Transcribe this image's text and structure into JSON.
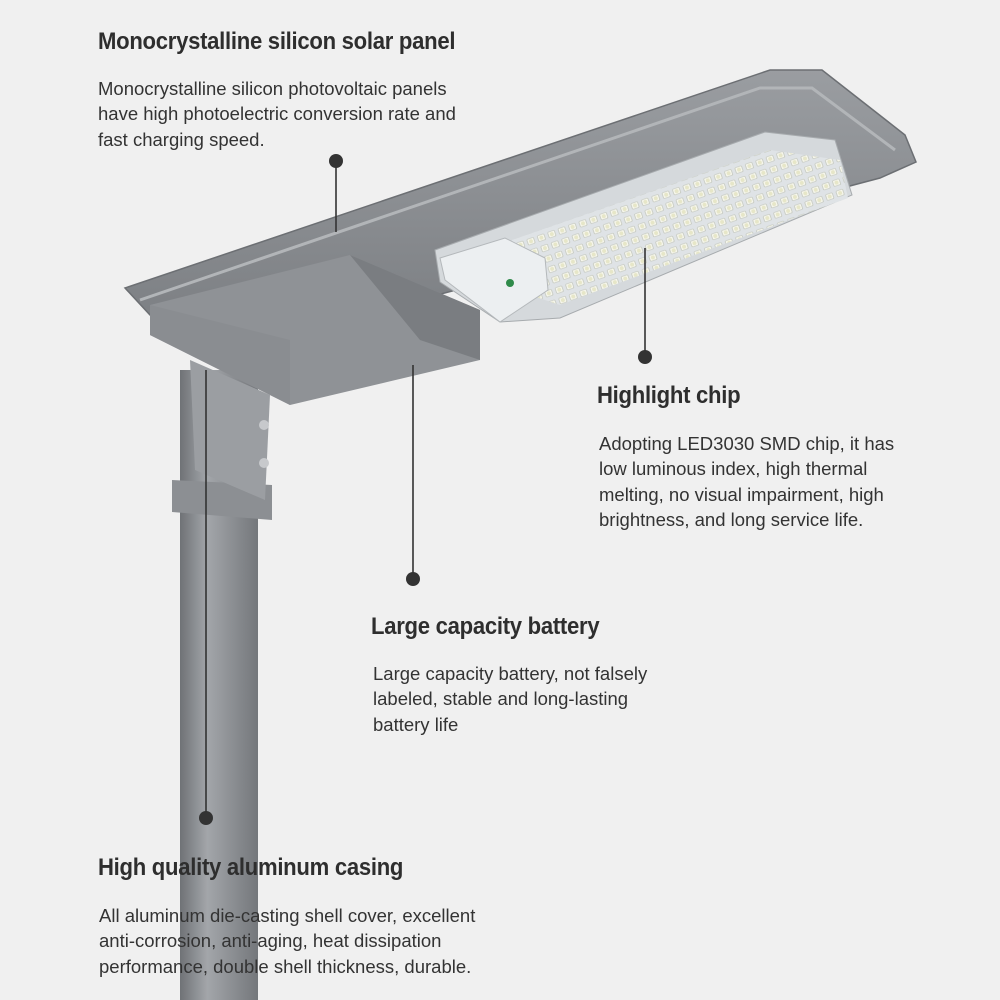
{
  "features": {
    "solar_panel": {
      "title": "Monocrystalline silicon solar panel",
      "lines": [
        "Monocrystalline silicon photovoltaic panels",
        "have high photoelectric conversion rate and",
        "fast charging speed."
      ]
    },
    "chip": {
      "title": "Highlight chip",
      "lines": [
        "Adopting LED3030 SMD chip, it has",
        "low luminous index, high thermal",
        "melting, no visual impairment, high",
        "brightness, and long service life."
      ]
    },
    "battery": {
      "title": "Large capacity battery",
      "lines": [
        "Large capacity battery, not falsely",
        "labeled, stable and long-lasting",
        "battery life"
      ]
    },
    "casing": {
      "title": "High quality aluminum casing",
      "lines": [
        "All aluminum die-casting shell cover, excellent",
        "anti-corrosion, anti-aging, heat dissipation",
        "performance, double shell thickness, durable."
      ]
    }
  },
  "colors": {
    "background": "#f0f0f0",
    "housing": "#8d9094",
    "pole": "#8a8d91",
    "callout": "#333333"
  }
}
